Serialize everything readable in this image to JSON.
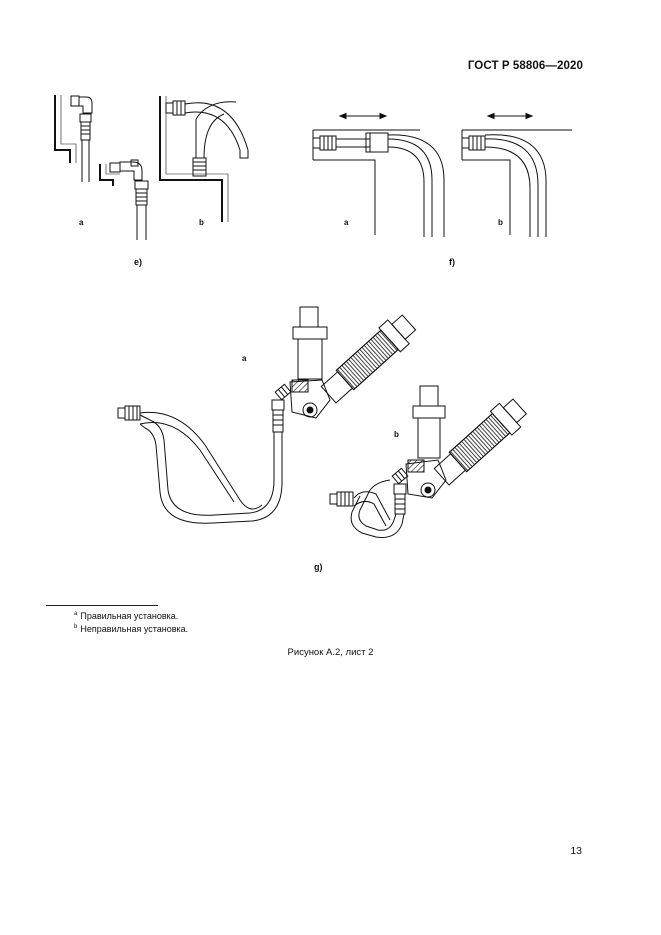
{
  "header": {
    "doc_code": "ГОСТ Р 58806—2020"
  },
  "figure": {
    "sub_labels": {
      "a": "a",
      "b": "b"
    },
    "panels": {
      "e": "e)",
      "f": "f)",
      "g": "g)"
    },
    "caption": "Рисунок А.2, лист 2"
  },
  "footnotes": [
    {
      "mark": "a",
      "text": "Правильная установка."
    },
    {
      "mark": "b",
      "text": "Неправильная установка."
    }
  ],
  "page": {
    "number": "13"
  }
}
